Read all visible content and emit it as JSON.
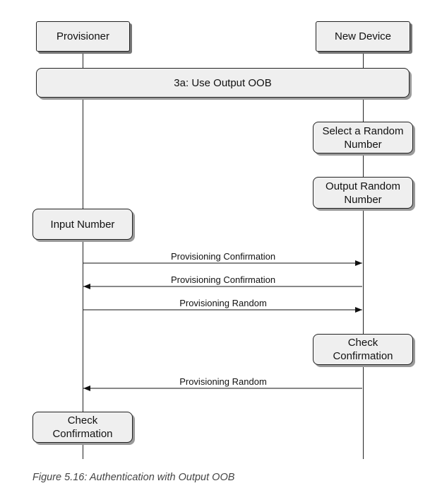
{
  "actors": {
    "provisioner": "Provisioner",
    "new_device": "New Device"
  },
  "banner": "3a:  Use Output OOB",
  "device_steps": {
    "select_random": "Select a Random\nNumber",
    "output_random": "Output Random\nNumber",
    "check_confirmation": "Check\nConfirmation"
  },
  "provisioner_steps": {
    "input_number": "Input Number",
    "check_confirmation": "Check\nConfirmation"
  },
  "messages": [
    {
      "label": "Provisioning Confirmation",
      "direction": "to-device"
    },
    {
      "label": "Provisioning Confirmation",
      "direction": "to-provisioner"
    },
    {
      "label": "Provisioning Random",
      "direction": "to-device"
    },
    {
      "label": "Provisioning Random",
      "direction": "to-provisioner"
    }
  ],
  "caption": "Figure 5.16: Authentication with Output OOB"
}
